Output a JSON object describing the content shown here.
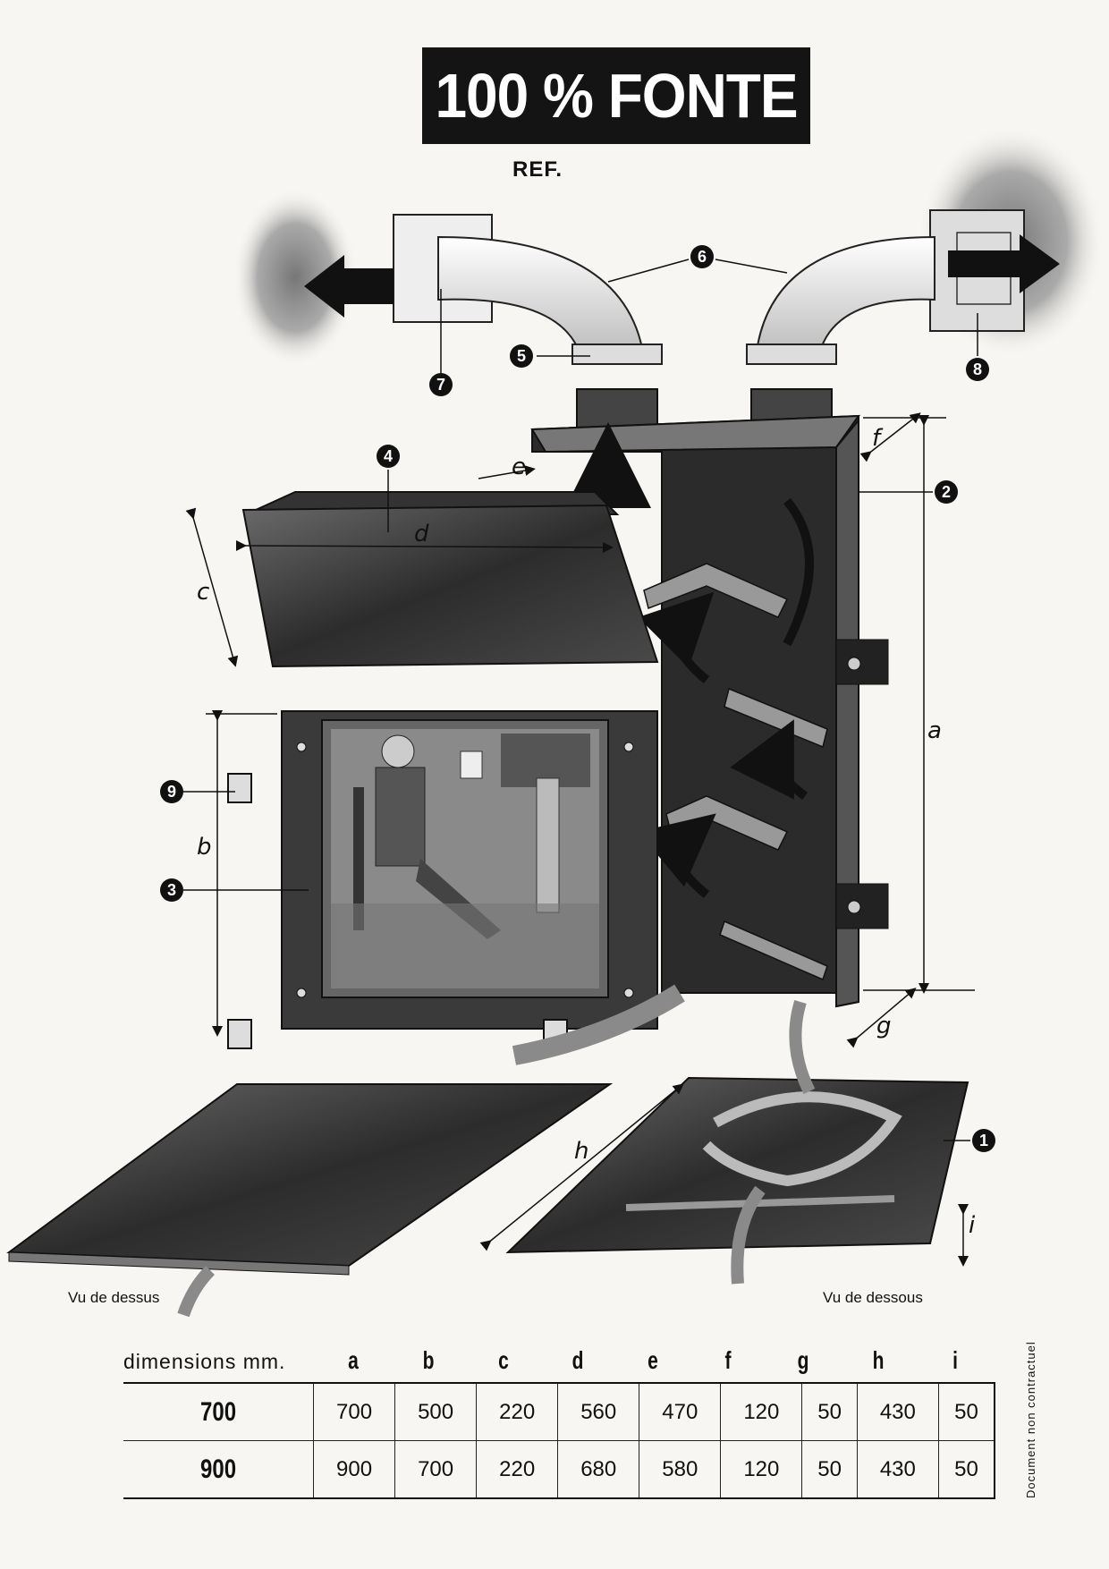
{
  "title": "100 % FONTE",
  "ref_label": "REF.",
  "callouts": [
    "1",
    "2",
    "3",
    "4",
    "5",
    "6",
    "7",
    "8",
    "9"
  ],
  "dimension_letters": [
    "a",
    "b",
    "c",
    "d",
    "e",
    "f",
    "g",
    "h",
    "i"
  ],
  "captions": {
    "top_view": "Vu de dessus",
    "bottom_view": "Vu de dessous"
  },
  "side_note": "Document non contractuel",
  "table": {
    "header_label": "dimensions mm.",
    "columns": [
      "a",
      "b",
      "c",
      "d",
      "e",
      "f",
      "g",
      "h",
      "i"
    ],
    "rows": [
      {
        "model": "700",
        "values": [
          "700",
          "500",
          "220",
          "560",
          "470",
          "120",
          "50",
          "430",
          "50"
        ]
      },
      {
        "model": "900",
        "values": [
          "900",
          "700",
          "220",
          "680",
          "580",
          "120",
          "50",
          "430",
          "50"
        ]
      }
    ]
  },
  "colors": {
    "ink": "#141414",
    "paper": "#f7f6f2",
    "metal": "#3c3c3c",
    "arrow_grey": "#8a8a8a"
  }
}
